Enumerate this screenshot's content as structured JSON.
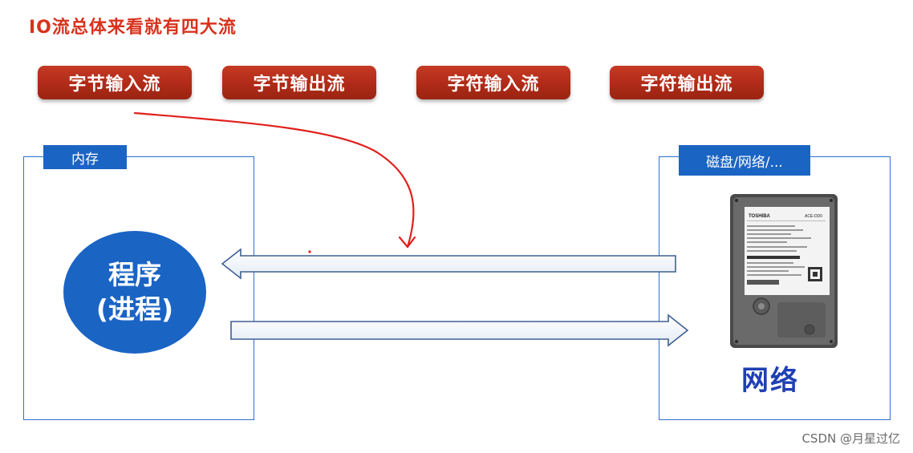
{
  "title": "IO流总体来看就有四大流",
  "streams": [
    "字节输入流",
    "字节输出流",
    "字符输入流",
    "字符输出流"
  ],
  "memory_panel": {
    "tag": "内存",
    "program_line1": "程序",
    "program_line2": "(进程)"
  },
  "storage_panel": {
    "tag": "磁盘/网络/...",
    "disk_brand": "TOSHIBA",
    "disk_model": "ACE-DD0",
    "network_label": "网络"
  },
  "watermark": "CSDN @月星过亿",
  "colors": {
    "title": "#d8321c",
    "pill": "#b02b18",
    "panel_blue": "#1a64c4",
    "annotation_red": "#e0201c",
    "network_label": "#1f3fb4"
  }
}
